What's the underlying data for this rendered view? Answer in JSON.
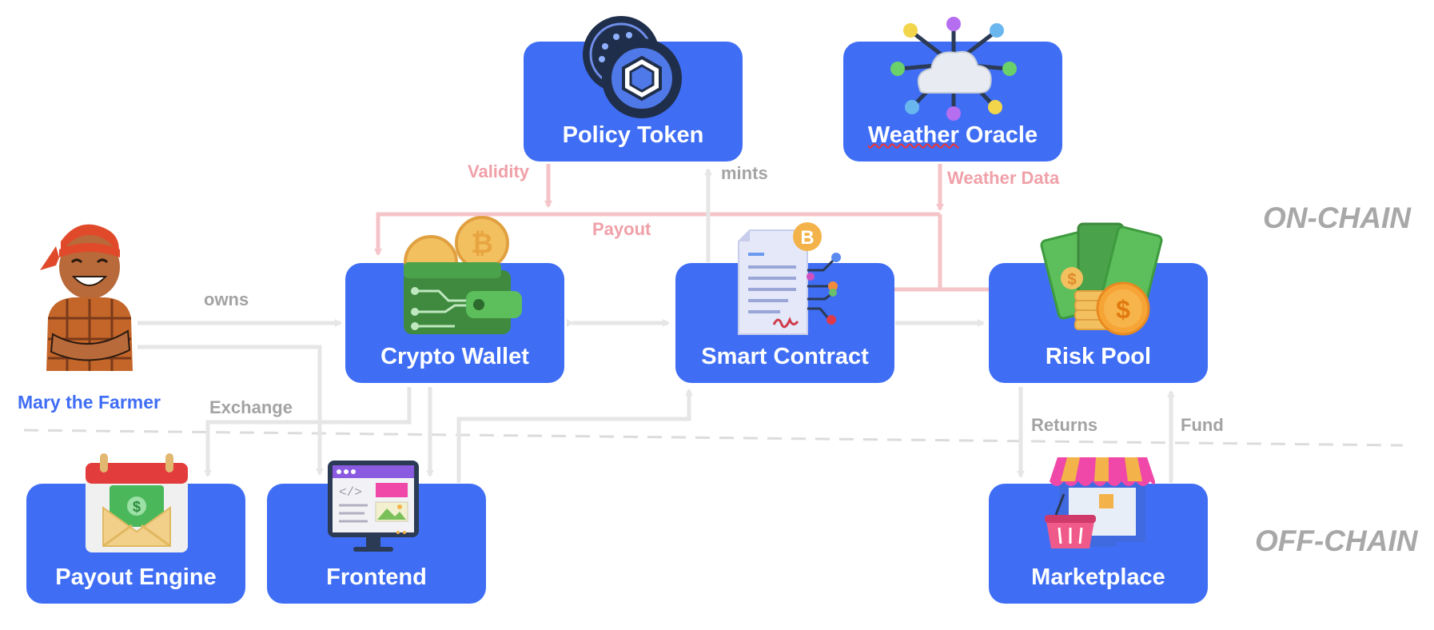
{
  "nodes": {
    "policy_token": "Policy Token",
    "weather_oracle_word1": "Weather",
    "weather_oracle_word2": " Oracle",
    "crypto_wallet": "Crypto Wallet",
    "smart_contract": "Smart Contract",
    "risk_pool": "Risk Pool",
    "payout_engine": "Payout Engine",
    "frontend": "Frontend",
    "marketplace": "Marketplace"
  },
  "actor": {
    "name": "Mary the Farmer"
  },
  "edges": {
    "validity": "Validity",
    "mints": "mints",
    "weather_data": "Weather Data",
    "payout": "Payout",
    "owns": "owns",
    "exchange": "Exchange",
    "returns": "Returns",
    "fund": "Fund"
  },
  "zones": {
    "on_chain": "ON-CHAIN",
    "off_chain": "OFF-CHAIN"
  },
  "colors": {
    "node_fill": "#3f6ef5",
    "gray_edge": "#e8e8e8",
    "pink_edge": "#f5c4c8",
    "label_gray": "#a3a3a3",
    "label_pink": "#f0a0a8"
  },
  "icons": {
    "policy_token": "hexagon-coin-icon",
    "weather_oracle": "cloud-network-icon",
    "crypto_wallet": "bitcoin-wallet-icon",
    "smart_contract": "contract-document-icon",
    "risk_pool": "money-coins-icon",
    "payout_engine": "calendar-envelope-icon",
    "frontend": "code-monitor-icon",
    "marketplace": "storefront-basket-icon",
    "farmer": "farmer-avatar"
  }
}
